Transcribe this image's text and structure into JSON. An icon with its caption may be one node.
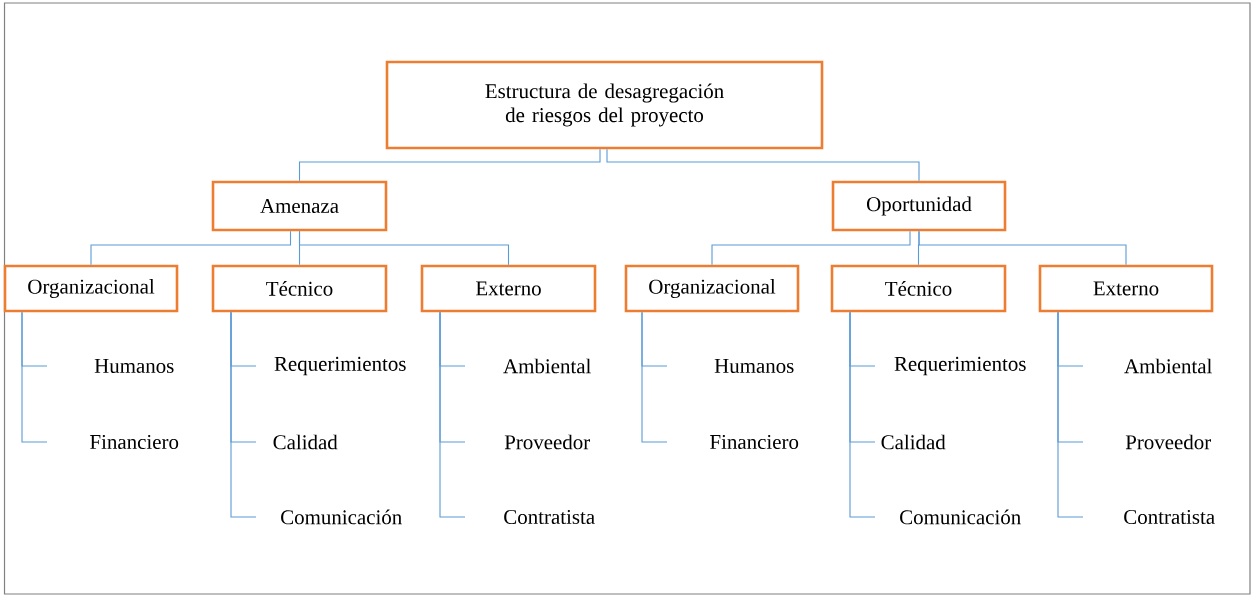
{
  "diagram": {
    "nodes": [
      {
        "text": [
          "Estructura de desagregación de riesgos del proyecto"
        ]
      },
      {
        "text": [
          "Amenaza"
        ]
      },
      {
        "text": [
          "Oportunidad"
        ]
      },
      {
        "text": [
          "Organizacional"
        ]
      },
      {
        "text": [
          "Técnico"
        ]
      },
      {
        "text": [
          "Externo"
        ]
      },
      {
        "text": [
          "Organizacional"
        ]
      },
      {
        "text": [
          "Técnico"
        ]
      },
      {
        "text": [
          "Externo"
        ]
      },
      {
        "text": [
          "Humanos"
        ]
      },
      {
        "text": [
          "Financiero"
        ]
      },
      {
        "text": [
          "Requerimientos"
        ]
      },
      {
        "text": [
          "Calidad"
        ]
      },
      {
        "text": [
          "Comunicación"
        ]
      },
      {
        "text": [
          "Ambiental"
        ]
      },
      {
        "text": [
          "Proveedor"
        ]
      },
      {
        "text": [
          "Contratista"
        ]
      },
      {
        "text": [
          "Humanos"
        ]
      },
      {
        "text": [
          "Financiero"
        ]
      },
      {
        "text": [
          "Requerimientos"
        ]
      },
      {
        "text": [
          "Calidad"
        ]
      },
      {
        "text": [
          "Comunicación"
        ]
      },
      {
        "text": [
          "Ambiental"
        ]
      },
      {
        "text": [
          "Proveedor"
        ]
      },
      {
        "text": [
          "Contratista"
        ]
      }
    ],
    "edges": [
      {
        "from": 0,
        "to": 1,
        "arrow": "none"
      },
      {
        "from": 0,
        "to": 2,
        "arrow": "none"
      },
      {
        "from": 1,
        "to": 3,
        "arrow": "none"
      },
      {
        "from": 1,
        "to": 4,
        "arrow": "none"
      },
      {
        "from": 1,
        "to": 5,
        "arrow": "none"
      },
      {
        "from": 2,
        "to": 6,
        "arrow": "none"
      },
      {
        "from": 2,
        "to": 7,
        "arrow": "none"
      },
      {
        "from": 2,
        "to": 8,
        "arrow": "none"
      },
      {
        "from": 3,
        "to": 9,
        "arrow": "none"
      },
      {
        "from": 3,
        "to": 10,
        "arrow": "none"
      },
      {
        "from": 4,
        "to": 11,
        "arrow": "none"
      },
      {
        "from": 4,
        "to": 12,
        "arrow": "none"
      },
      {
        "from": 4,
        "to": 13,
        "arrow": "none"
      },
      {
        "from": 5,
        "to": 14,
        "arrow": "none"
      },
      {
        "from": 5,
        "to": 15,
        "arrow": "none"
      },
      {
        "from": 5,
        "to": 16,
        "arrow": "none"
      },
      {
        "from": 6,
        "to": 17,
        "arrow": "none"
      },
      {
        "from": 6,
        "to": 18,
        "arrow": "none"
      },
      {
        "from": 7,
        "to": 19,
        "arrow": "none"
      },
      {
        "from": 7,
        "to": 20,
        "arrow": "none"
      },
      {
        "from": 7,
        "to": 21,
        "arrow": "none"
      },
      {
        "from": 8,
        "to": 22,
        "arrow": "none"
      },
      {
        "from": 8,
        "to": 23,
        "arrow": "none"
      },
      {
        "from": 8,
        "to": 24,
        "arrow": "none"
      }
    ]
  }
}
